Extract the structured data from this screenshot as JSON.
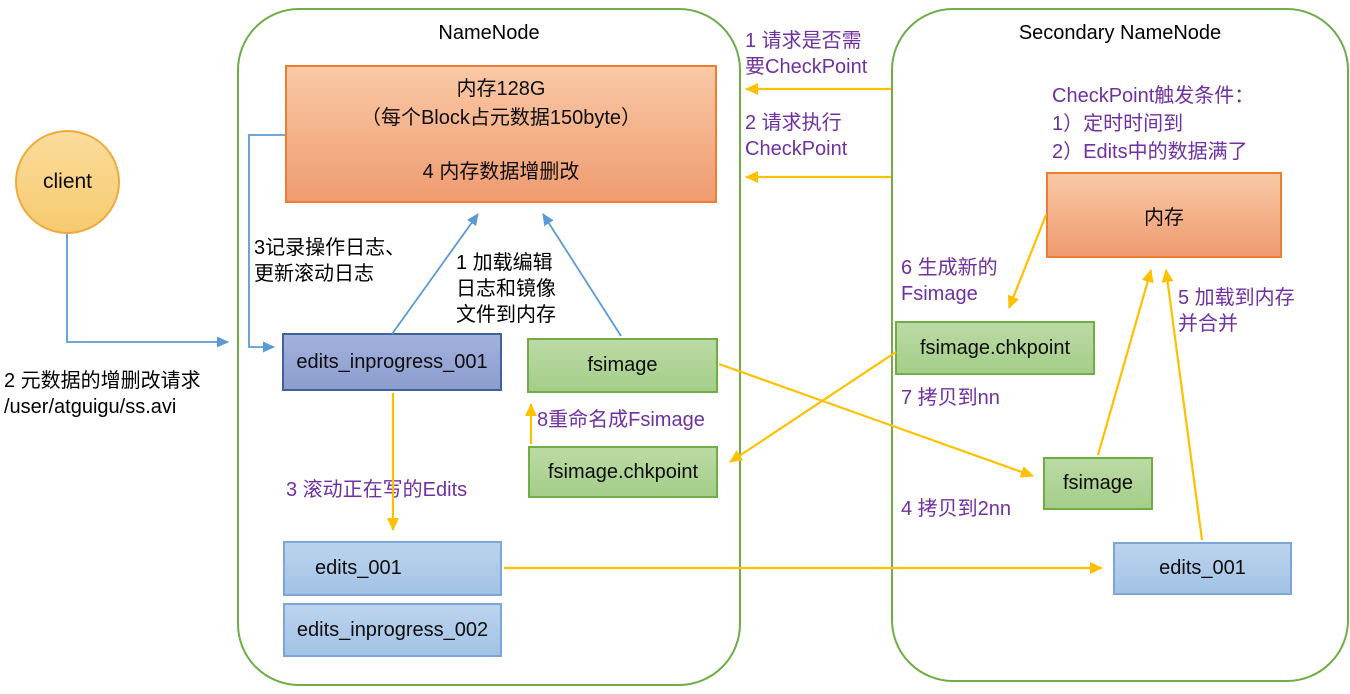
{
  "client": {
    "label": "client",
    "request_line1": "2 元数据的增删改请求",
    "request_line2": "/user/atguigu/ss.avi"
  },
  "namenode": {
    "title": "NameNode",
    "memory_line1": "内存128G",
    "memory_line2": "（每个Block占元数据150byte）",
    "memory_line3": "4 内存数据增删改",
    "log_note_line1": "3记录操作日志、",
    "log_note_line2": "更新滚动日志",
    "load_note_line1": "1 加载编辑",
    "load_note_line2": "日志和镜像",
    "load_note_line3": "文件到内存",
    "edits_inprogress_001": "edits_inprogress_001",
    "fsimage": "fsimage",
    "rename_note": "8重命名成Fsimage",
    "fsimage_chkpoint": "fsimage.chkpoint",
    "roll_note": "3 滚动正在写的Edits",
    "edits_001": "edits_001",
    "edits_inprogress_002": "edits_inprogress_002"
  },
  "secondary": {
    "title": "Secondary NameNode",
    "trigger_line1": "CheckPoint触发条件：",
    "trigger_line2": "1）定时时间到",
    "trigger_line3": "2）Edits中的数据满了",
    "memory": "内存",
    "gen_note_line1": "6 生成新的",
    "gen_note_line2": "Fsimage",
    "fsimage_chkpoint": "fsimage.chkpoint",
    "copy_nn_note": "7 拷贝到nn",
    "load_merge_line1": "5 加载到内存",
    "load_merge_line2": "并合并",
    "fsimage": "fsimage",
    "copy_2nn_note": "4 拷贝到2nn",
    "edits_001": "edits_001"
  },
  "between": {
    "req_check_line1": "1 请求是否需",
    "req_check_line2": "要CheckPoint",
    "exec_check_line1": "2 请求执行",
    "exec_check_line2": "CheckPoint"
  },
  "colors": {
    "purple": "#7030A0",
    "arrow_orange": "#FFC000",
    "arrow_blue": "#5B9BD5",
    "container_green": "#70AD47",
    "green_border": "#70AD47",
    "green_fill": "#A9D18E",
    "orange_border": "#ED7D31",
    "orange_fill": "#F4A97E",
    "periwinkle_border": "#41619C",
    "periwinkle_fill": "#93A2D2",
    "lightblue_border": "#7CA6D7",
    "lightblue_fill": "#A9C7E8",
    "client_border": "#EFA93C",
    "client_fill": "#F9D287"
  }
}
